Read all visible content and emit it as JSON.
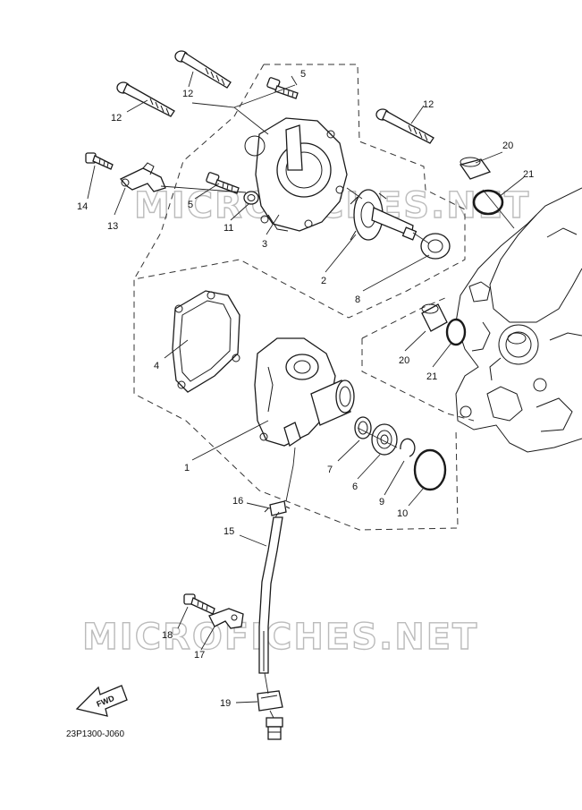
{
  "diagram": {
    "labels": {
      "p1": "1",
      "p2": "2",
      "p3": "3",
      "p4": "4",
      "p5a": "5",
      "p5b": "5",
      "p6": "6",
      "p7": "7",
      "p8": "8",
      "p9": "9",
      "p10": "10",
      "p11": "11",
      "p12a": "12",
      "p12b": "12",
      "p12c": "12",
      "p13": "13",
      "p14": "14",
      "p15": "15",
      "p16": "16",
      "p17": "17",
      "p18": "18",
      "p19": "19",
      "p20a": "20",
      "p20b": "20",
      "p21a": "21",
      "p21b": "21"
    },
    "fwd_label": "FWD",
    "drawing_code": "23P1300-J060",
    "watermark_top": "MICROFICHES.NET",
    "watermark_bottom": "MICROFICHES.NET"
  },
  "colors": {
    "line": "#1a1a1a",
    "watermark": "#bbbbbb",
    "background": "#ffffff"
  }
}
